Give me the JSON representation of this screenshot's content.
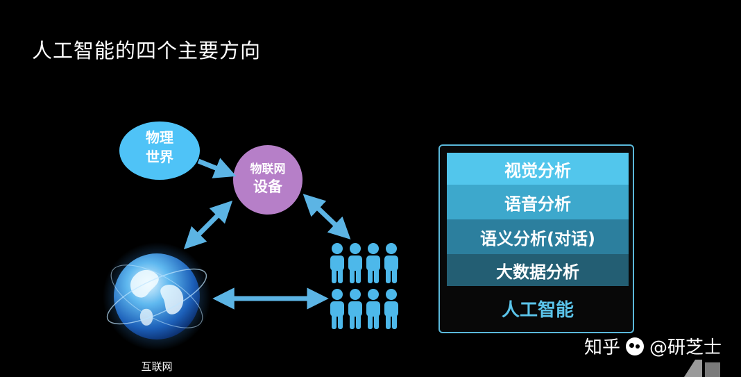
{
  "slide": {
    "title": "人工智能的四个主要方向"
  },
  "diagram": {
    "nodes": {
      "physical_world": {
        "line1": "物理",
        "line2": "世界"
      },
      "iot_devices": {
        "line1": "物联网",
        "line2": "设备"
      },
      "internet": {
        "label": "互联网"
      },
      "people": {
        "icon": "people-group-icon"
      }
    },
    "arrows": [
      {
        "from": "physical_world",
        "to": "iot_devices",
        "type": "one-way"
      },
      {
        "from": "iot_devices",
        "to": "internet",
        "type": "two-way"
      },
      {
        "from": "iot_devices",
        "to": "people",
        "type": "two-way"
      },
      {
        "from": "internet",
        "to": "people",
        "type": "two-way"
      }
    ],
    "colors": {
      "node_blue": "#4fc3f7",
      "node_purple": "#b67fc8",
      "arrow": "#5cb4e4",
      "people": "#4db8ea"
    }
  },
  "stack": {
    "layers": [
      {
        "label": "视觉分析",
        "color": "#52c6ec"
      },
      {
        "label": "语音分析",
        "color": "#3da8cc"
      },
      {
        "label": "语义分析(对话)",
        "color": "#2c7f9e"
      },
      {
        "label": "大数据分析",
        "color": "#235e73"
      }
    ],
    "base_label": "人工智能",
    "border_color": "#5ab8da"
  },
  "watermark": {
    "site": "知乎",
    "handle": "@研芝士"
  }
}
